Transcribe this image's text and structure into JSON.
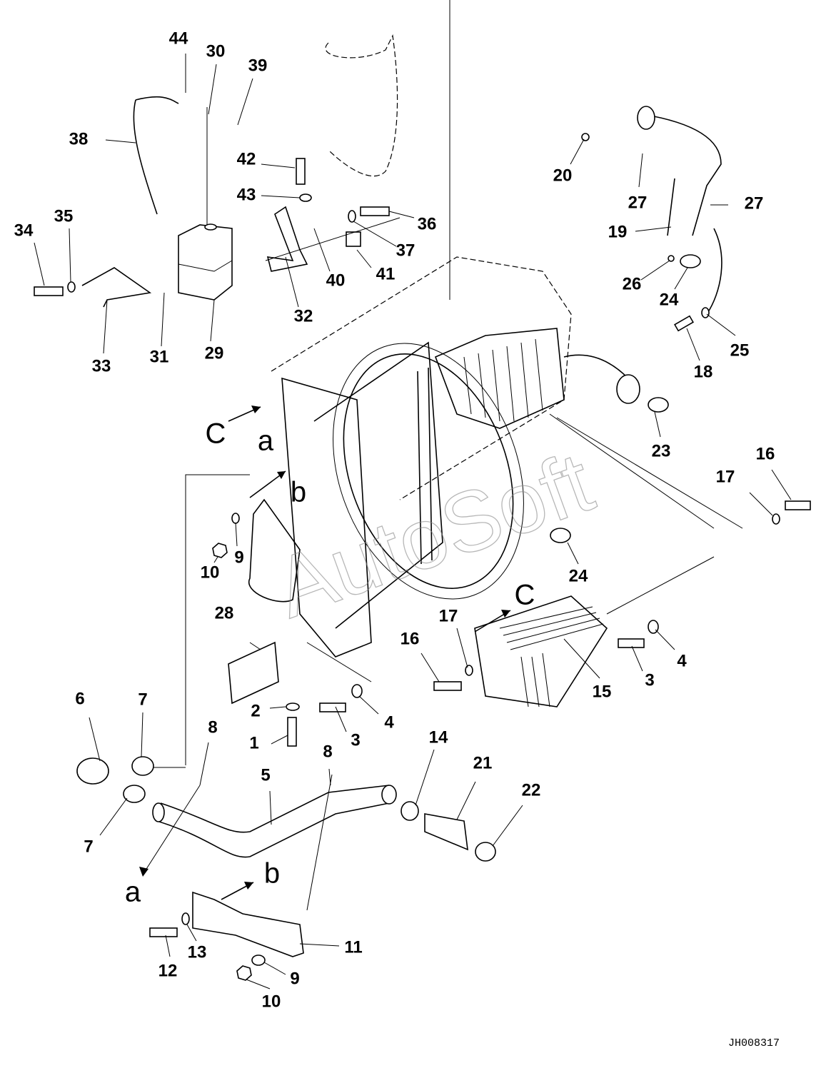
{
  "diagram": {
    "callouts": [
      "44",
      "30",
      "39",
      "38",
      "42",
      "43",
      "36",
      "35",
      "34",
      "37",
      "40",
      "41",
      "32",
      "33",
      "31",
      "29",
      "20",
      "27",
      "27",
      "19",
      "26",
      "24",
      "25",
      "18",
      "23",
      "16",
      "17",
      "10",
      "9",
      "24",
      "28",
      "17",
      "16",
      "3",
      "4",
      "15",
      "2",
      "4",
      "3",
      "1",
      "6",
      "7",
      "8",
      "8",
      "5",
      "14",
      "21",
      "22",
      "7",
      "12",
      "13",
      "11",
      "9",
      "10"
    ],
    "view_letters": [
      "C",
      "a",
      "b",
      "C",
      "a",
      "b"
    ],
    "drawing_code": "JH008317",
    "watermark": "AutoSoft"
  }
}
